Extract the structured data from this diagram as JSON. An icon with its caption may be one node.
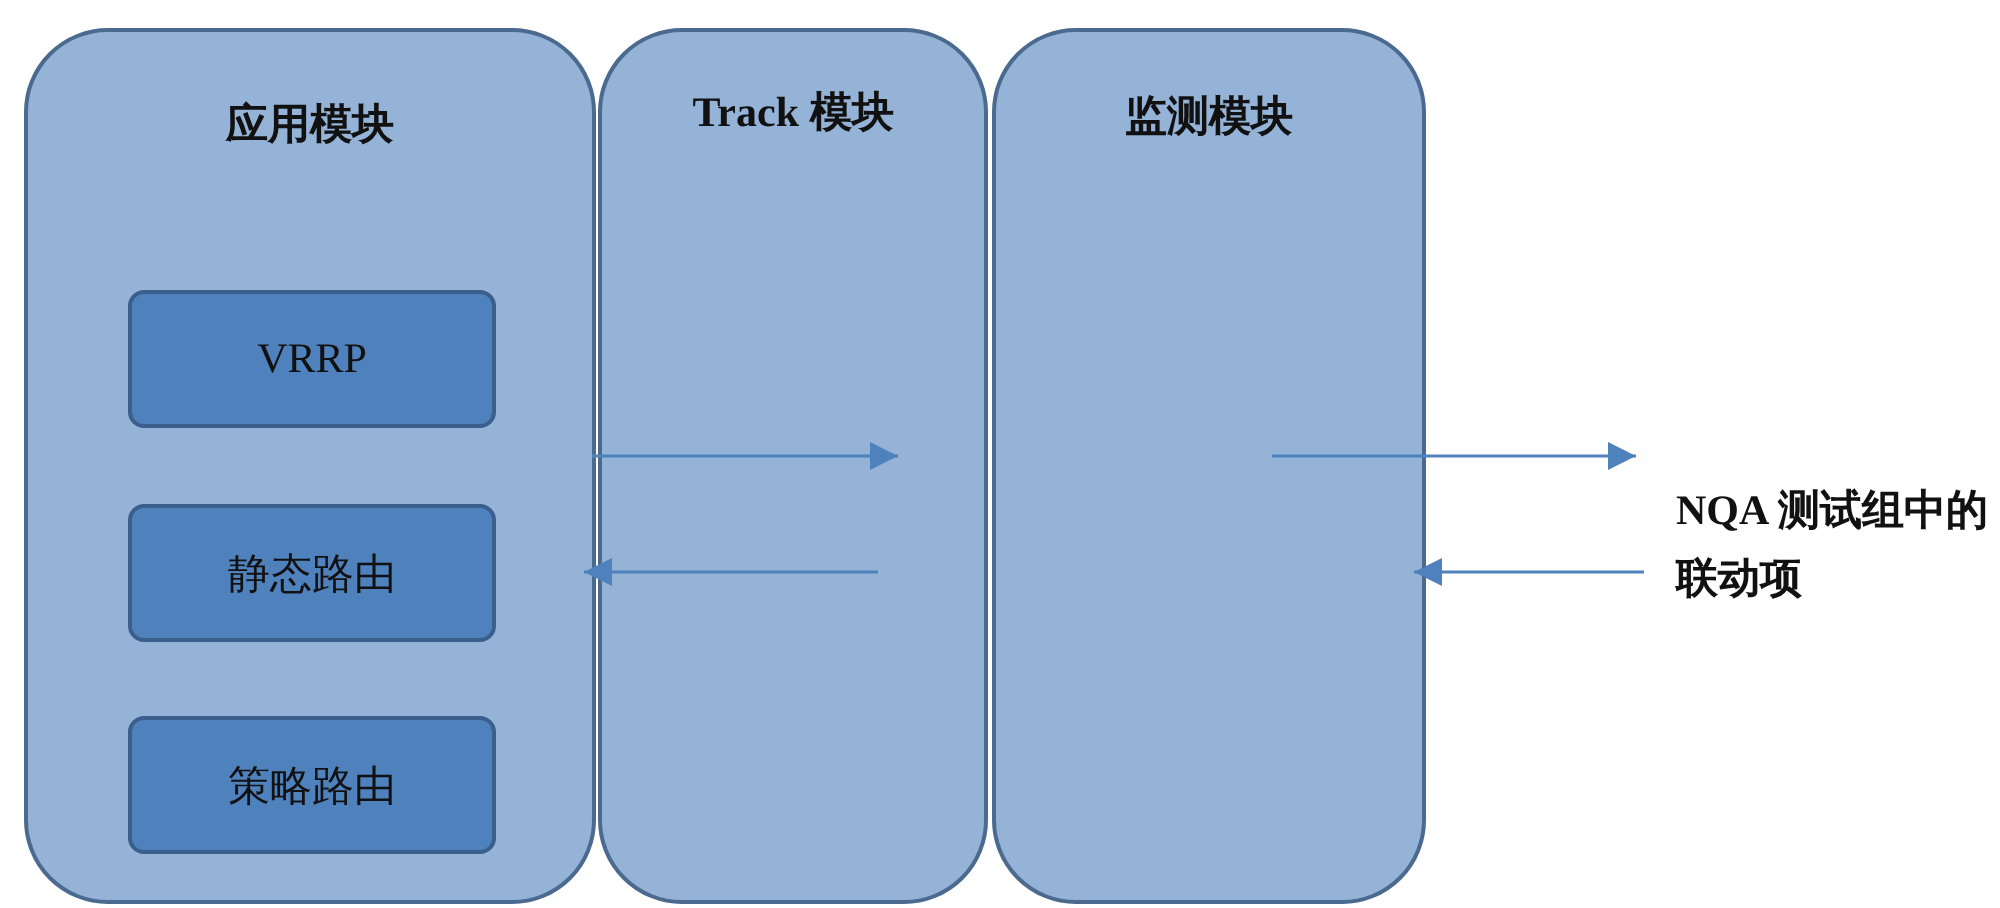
{
  "diagram": {
    "nodes": [
      {
        "text": [
          "应用模块"
        ]
      },
      {
        "text": [
          "VRRP"
        ],
        "in": 0
      },
      {
        "text": [
          "静态路由"
        ],
        "in": 0
      },
      {
        "text": [
          "策略路由"
        ],
        "in": 0
      },
      {
        "text": [
          "Track 模块"
        ]
      },
      {
        "text": [
          "监测模块"
        ]
      },
      {
        "text": [
          "NQA 测试组中的联动项"
        ]
      }
    ],
    "edges": [
      {
        "from": 0,
        "to": 4,
        "arrow": "to"
      },
      {
        "from": 4,
        "to": 0,
        "arrow": "to"
      },
      {
        "from": 5,
        "to": 6,
        "arrow": "to"
      },
      {
        "from": 6,
        "to": 5,
        "arrow": "to"
      }
    ]
  }
}
